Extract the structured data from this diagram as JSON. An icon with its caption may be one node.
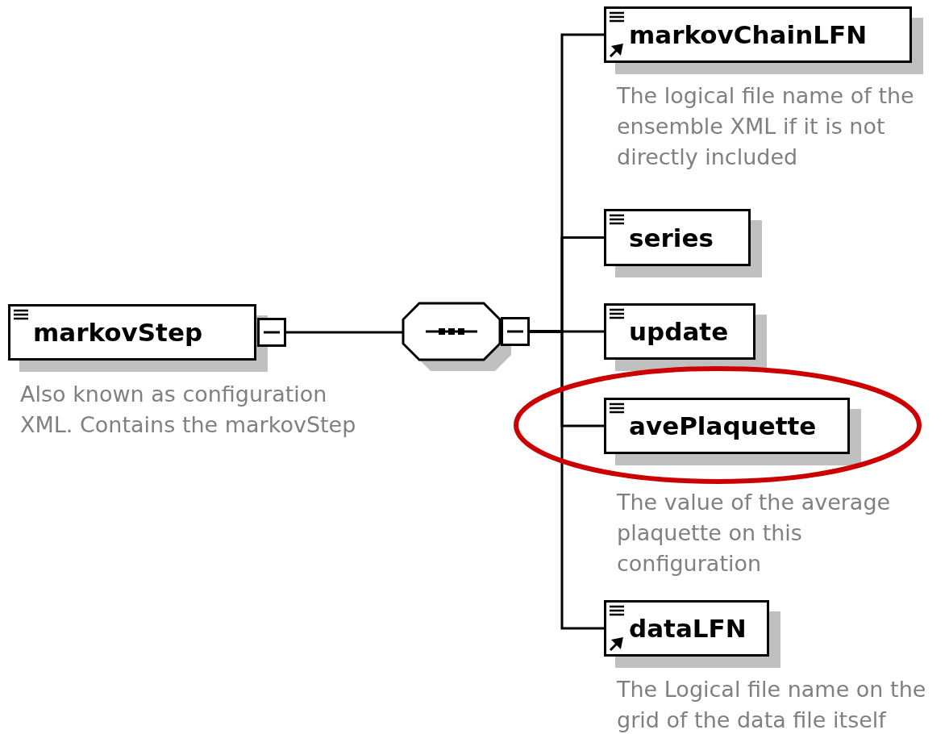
{
  "diagram": {
    "nodes": [
      {
        "text": [
          "markovStep"
        ],
        "beside": [
          "Also known as configuration XML. Contains the markovStep"
        ]
      },
      {
        "text": [],
        "shape": "octagon"
      },
      {
        "text": [
          "markovChainLFN"
        ],
        "beside": [
          "The logical file name of the ensemble XML if it is not directly included"
        ]
      },
      {
        "text": [
          "series"
        ]
      },
      {
        "text": [
          "update"
        ]
      },
      {
        "text": [
          "avePlaquette"
        ],
        "beside": [
          "The value of the average plaquette on this configuration"
        ]
      },
      {
        "text": [
          "dataLFN"
        ],
        "beside": [
          "The Logical file name on the grid of the data file itself"
        ]
      }
    ],
    "edges": [
      {
        "from": 0,
        "to": 1,
        "arrow": "other"
      },
      {
        "from": 1,
        "to": 2,
        "arrow": "other"
      },
      {
        "from": 1,
        "to": 3,
        "arrow": "other"
      },
      {
        "from": 1,
        "to": 4,
        "arrow": "other"
      },
      {
        "from": 1,
        "to": 5,
        "arrow": "other"
      },
      {
        "from": 1,
        "to": 6,
        "arrow": "other"
      }
    ]
  }
}
